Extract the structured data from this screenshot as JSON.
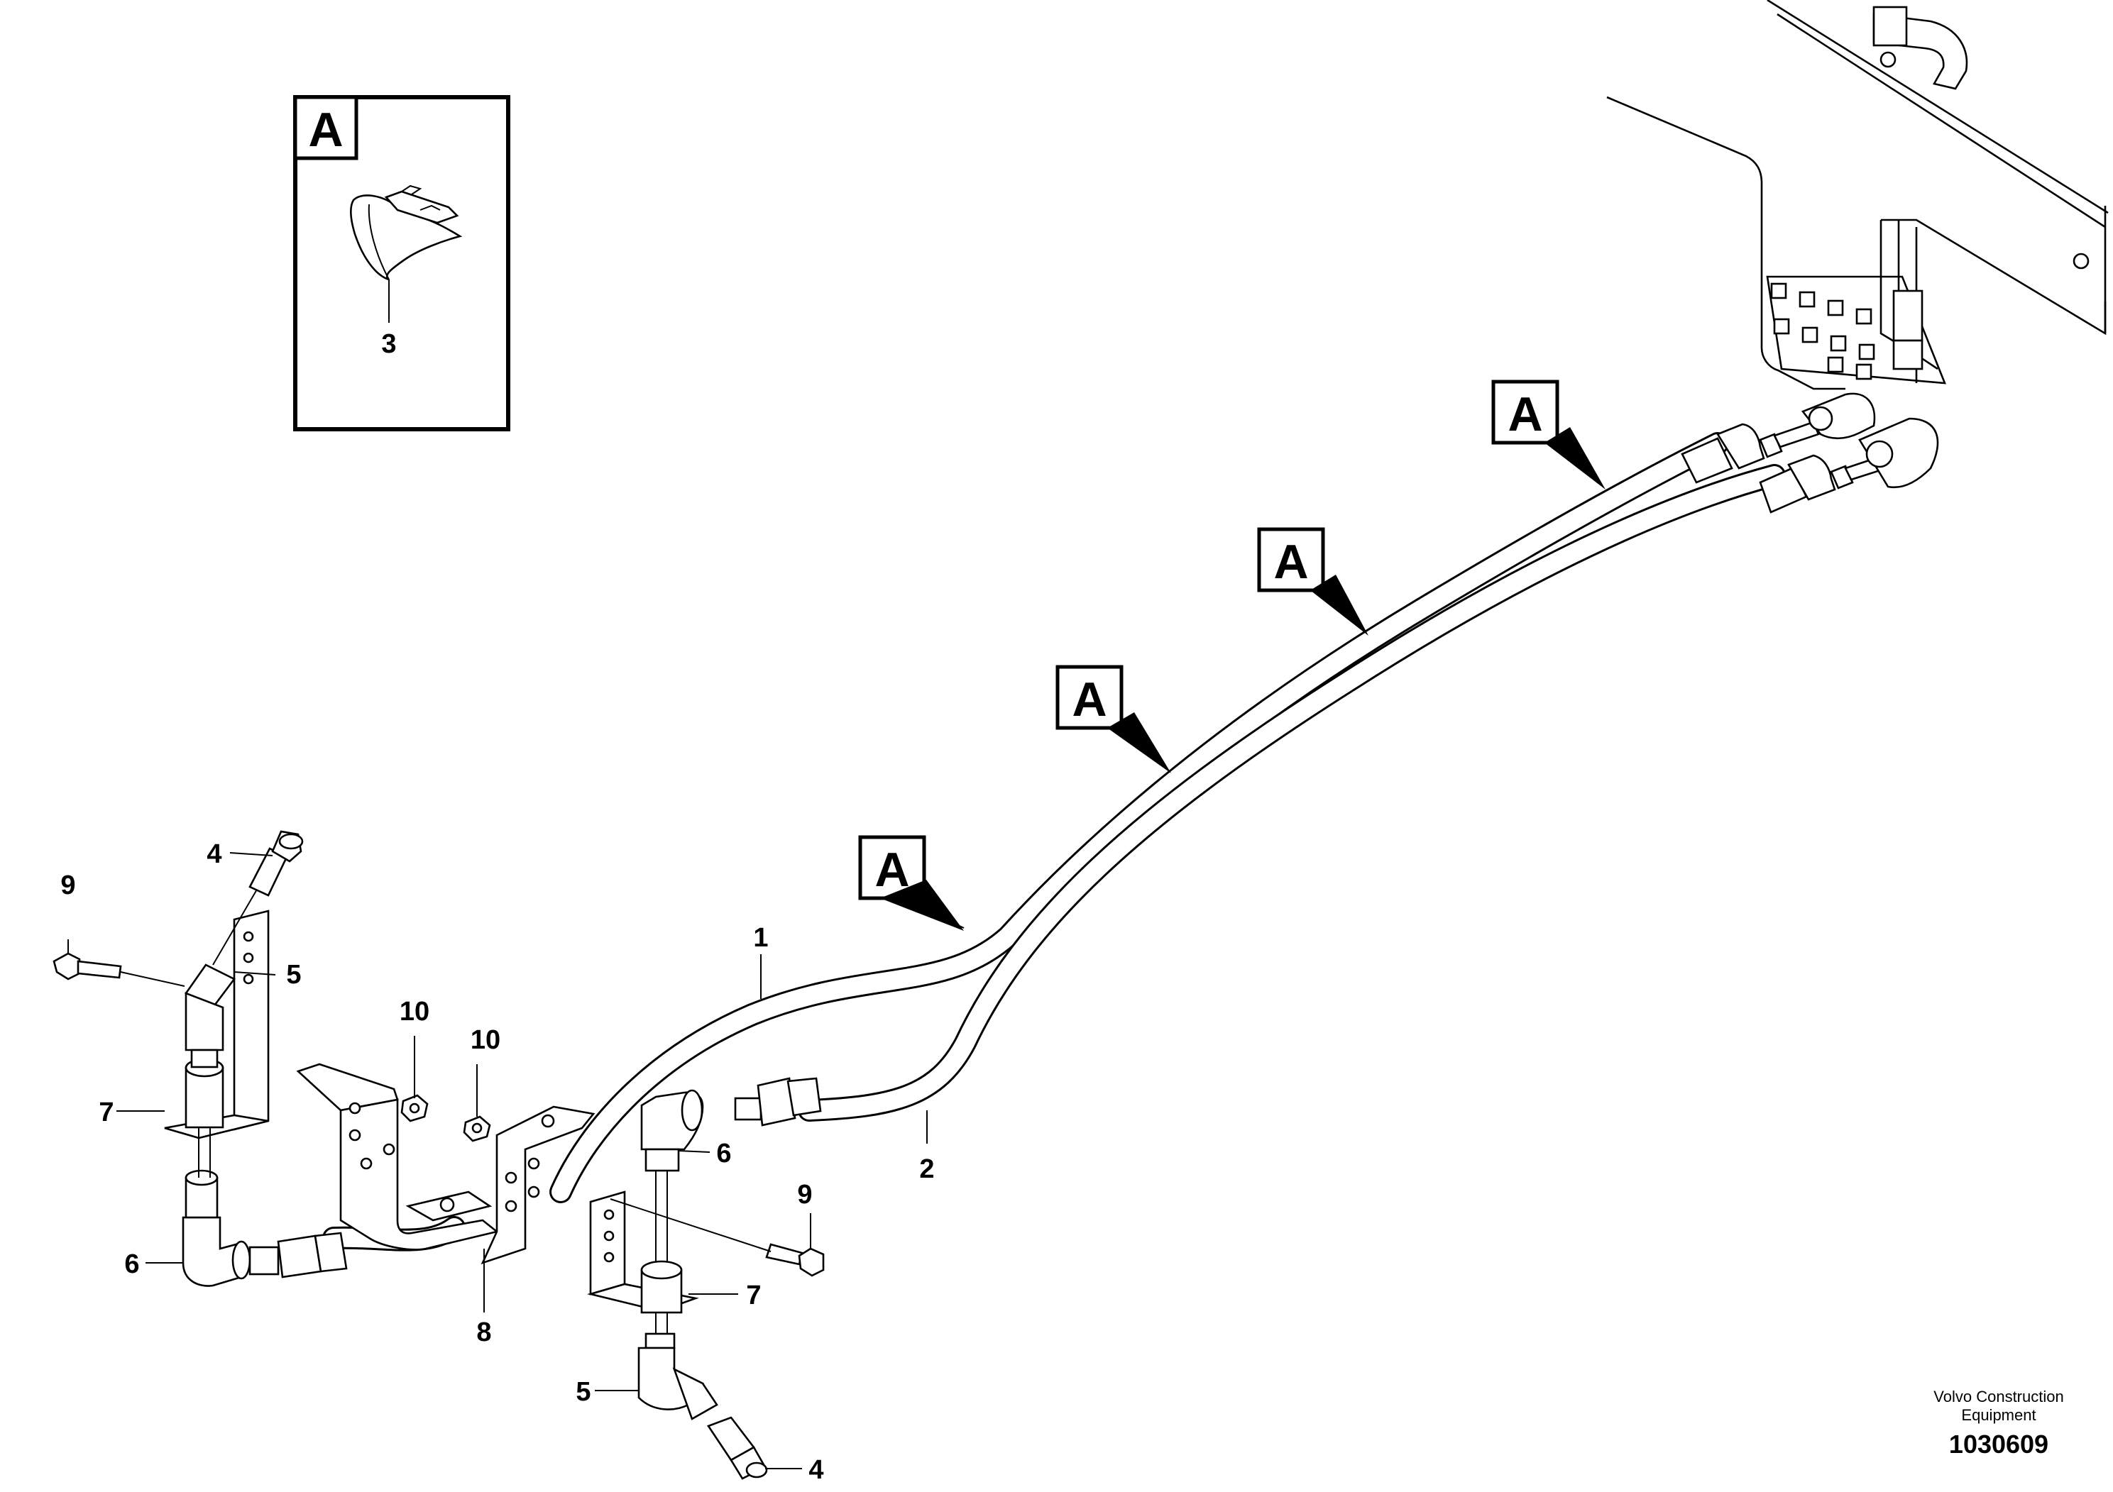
{
  "detail": {
    "view_letter": "A",
    "part_label": "3"
  },
  "view_markers": [
    "A",
    "A",
    "A",
    "A"
  ],
  "callouts": {
    "c1": "1",
    "c2": "2",
    "c4a": "4",
    "c4b": "4",
    "c5a": "5",
    "c5b": "5",
    "c6a": "6",
    "c6b": "6",
    "c7a": "7",
    "c7b": "7",
    "c8": "8",
    "c9a": "9",
    "c9b": "9",
    "c10a": "10",
    "c10b": "10"
  },
  "footer": {
    "line1": "Volvo Construction",
    "line2": "Equipment",
    "drawing_number": "1030609"
  }
}
